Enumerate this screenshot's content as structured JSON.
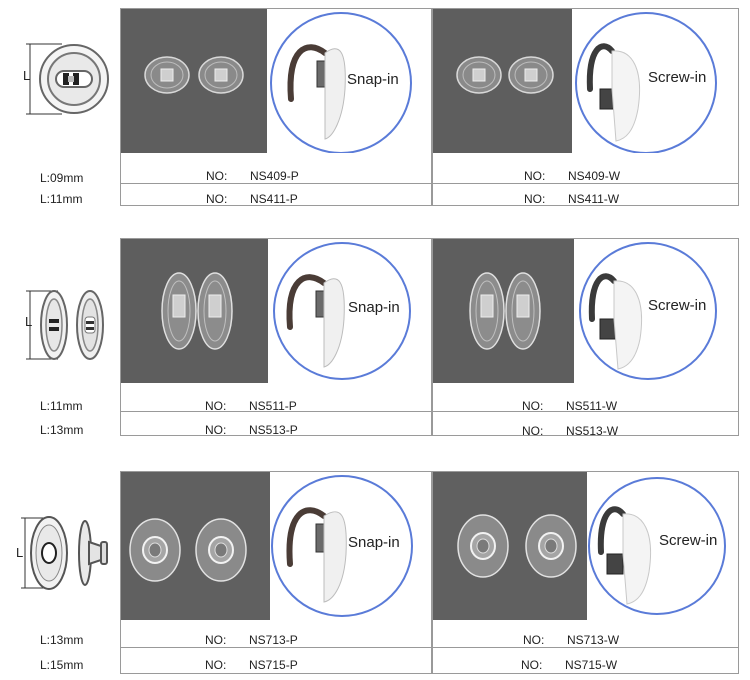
{
  "sections": [
    {
      "lengths": [
        "L:09mm",
        "L:11mm"
      ],
      "axis_label": "L",
      "left": {
        "no_label": "NO:",
        "models": [
          "NS409-P",
          "NS411-P"
        ],
        "type_label": "Snap-in"
      },
      "right": {
        "no_label": "NO:",
        "models": [
          "NS409-W",
          "NS411-W"
        ],
        "type_label": "Screw-in"
      }
    },
    {
      "lengths": [
        "L:11mm",
        "L:13mm"
      ],
      "axis_label": "L",
      "left": {
        "no_label": "NO:",
        "models": [
          "NS511-P",
          "NS513-P"
        ],
        "type_label": "Snap-in"
      },
      "right": {
        "no_label": "NO:",
        "models": [
          "NS511-W",
          "NS513-W"
        ],
        "type_label": "Screw-in"
      }
    },
    {
      "lengths": [
        "L:13mm",
        "L:15mm"
      ],
      "axis_label": "L",
      "left": {
        "no_label": "NO:",
        "models": [
          "NS713-P",
          "NS715-P"
        ],
        "type_label": "Snap-in"
      },
      "right": {
        "no_label": "NO:",
        "models": [
          "NS713-W",
          "NS715-W"
        ],
        "type_label": "Screw-in"
      }
    }
  ]
}
